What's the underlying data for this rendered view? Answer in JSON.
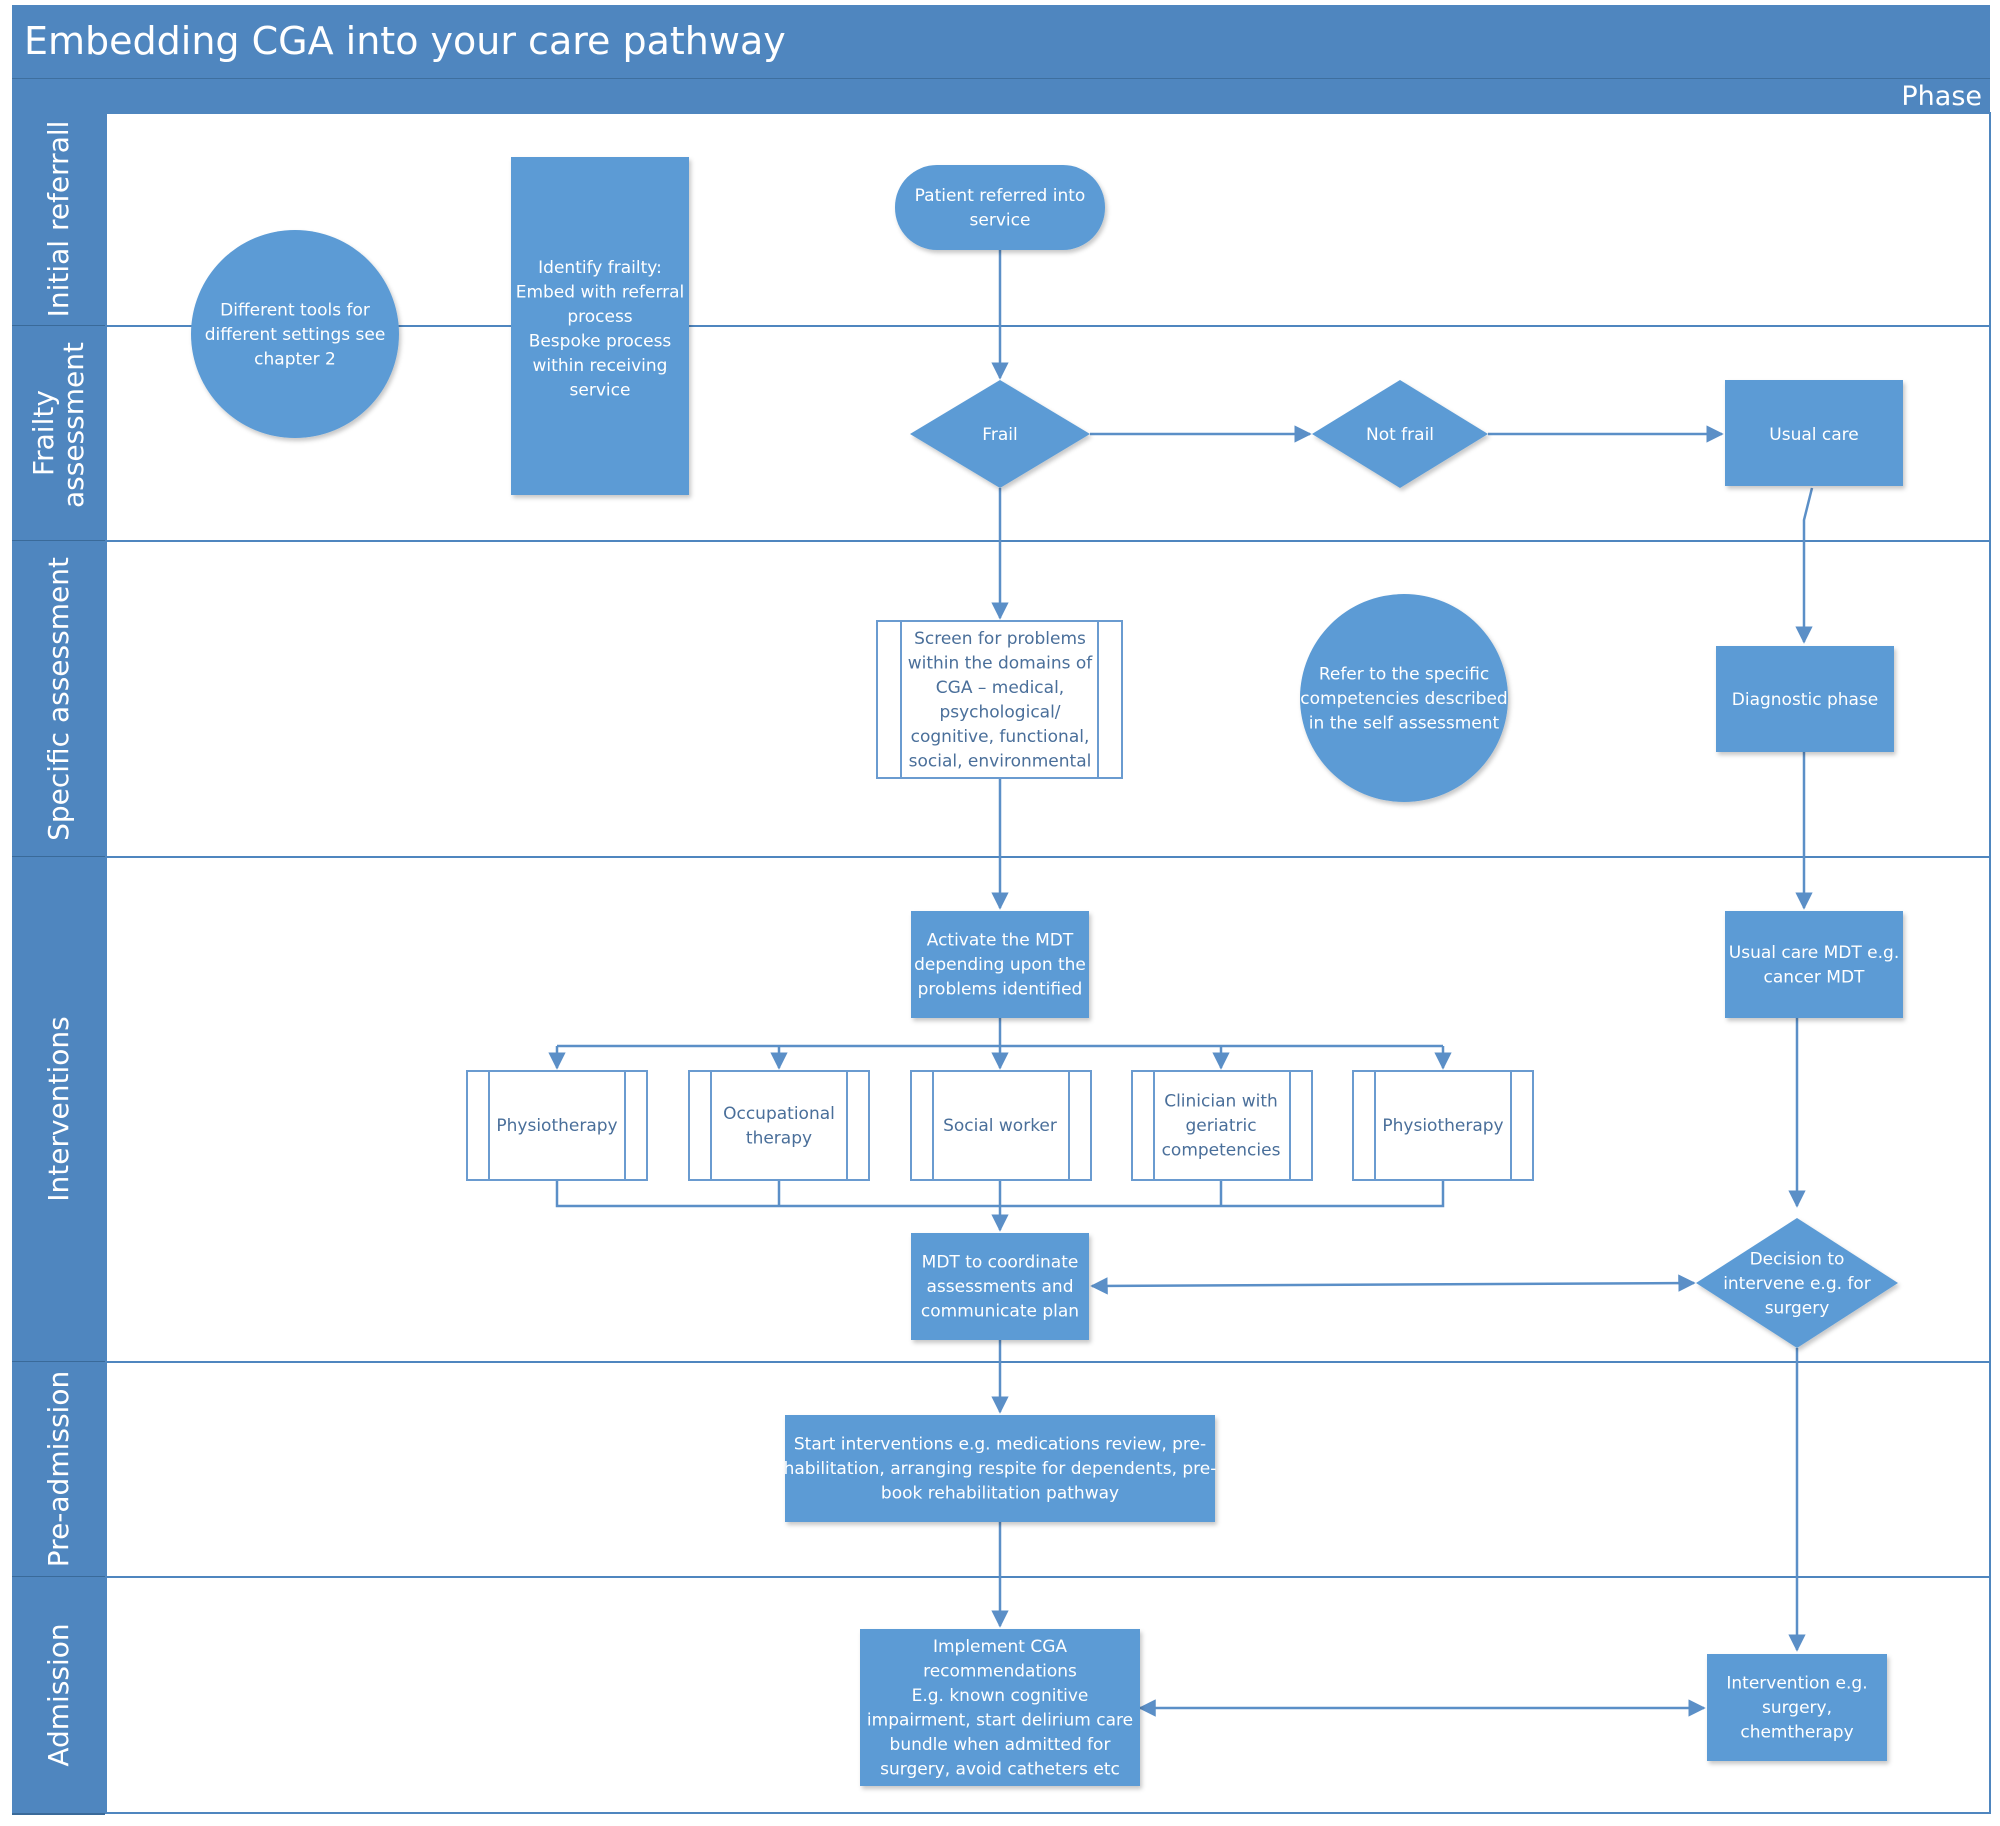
{
  "title": "Embedding CGA into your care pathway",
  "phase_label": "Phase",
  "colors": {
    "header": "#4f86bf",
    "shape_fill": "#5b9bd5",
    "line": "#5b8fc7",
    "border": "#8eaad0"
  },
  "lanes": [
    "Initial referrall",
    "Frailty assessment",
    "Specific assessment",
    "Interventions",
    "Pre-admission",
    "Admission"
  ],
  "nodes": {
    "tools": "Different tools for different settings see chapter 2",
    "identify": "Identify frailty: Embed with referral process Bespoke process within receiving service",
    "referred": "Patient referred into service",
    "frail": "Frail",
    "notfrail": "Not frail",
    "usualcare": "Usual care",
    "screen": "Screen for problems within the domains of CGA – medical, psychological/ cognitive, functional, social, environmental",
    "refer": "Refer to the specific competencies described in the self assessment",
    "diagnostic": "Diagnostic phase",
    "activate": "Activate the MDT depending upon the problems identified",
    "usualmdt": "Usual care MDT e.g. cancer MDT",
    "physio1": "Physiotherapy",
    "ot": "Occupational therapy",
    "social": "Social worker",
    "clinician": "Clinician with geriatric competencies",
    "physio2": "Physiotherapy",
    "coordinate": "MDT to coordinate assessments and communicate plan",
    "decision": "Decision to intervene e.g. for surgery",
    "start": "Start interventions e.g. medications review, pre-habilitation, arranging respite for dependents, pre-book rehabilitation pathway",
    "implement": "Implement CGA recommendations E.g. known cognitive impairment, start delirium care bundle when admitted for surgery, avoid catheters etc",
    "intervention": "Intervention e.g. surgery, chemtherapy"
  }
}
